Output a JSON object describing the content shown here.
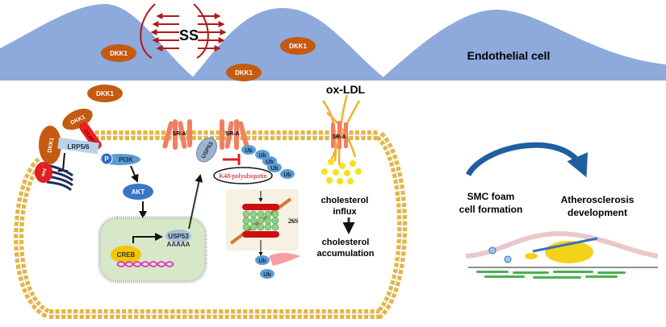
{
  "top": {
    "shear_stress": "SS",
    "endothelial_label": "Endothelial cell",
    "dkk1_labels": [
      "DKK1",
      "DKK1",
      "DKK1",
      "DKK1"
    ]
  },
  "cell": {
    "dkk1_labels": [
      "DKK1",
      "DKK1"
    ],
    "ckap4": "CKAP4",
    "lrp": "LRP5/6",
    "wnt": "wnt",
    "p": "P",
    "pi3k": "PI3K",
    "akt": "AKT",
    "creb": "CREB",
    "nuclear_usp53": "USP53",
    "polyA": "AAAAA",
    "usp53": "USP53",
    "sra": [
      "SR-A",
      "SR-A",
      "SR-A"
    ],
    "k48": "K48-polyubiquitin",
    "ub": [
      "Ub",
      "Ub",
      "Ub",
      "Ub",
      "Ub",
      "Ub",
      "Ub"
    ],
    "proteasome": "26S",
    "oxldl": "ox-LDL",
    "chol_influx": [
      "cholesterol",
      "influx"
    ],
    "chol_accum": [
      "cholesterol",
      "accumulation"
    ]
  },
  "outcome": {
    "smc": [
      "SMC foam",
      "cell formation"
    ],
    "athero": [
      "Atherosclerosis",
      "development"
    ]
  },
  "colors": {
    "endothelium": "#8ea9db",
    "dkk1": "#c55a11",
    "membrane": "#e6b53a",
    "nucleus": "#d7e8c8",
    "protein_blue": "#4a86c8",
    "arrow_dark": "#1f3a2a",
    "inhibit_red": "#e02020",
    "ss_red": "#b01818",
    "curve_arrow": "#1f5fa0"
  }
}
